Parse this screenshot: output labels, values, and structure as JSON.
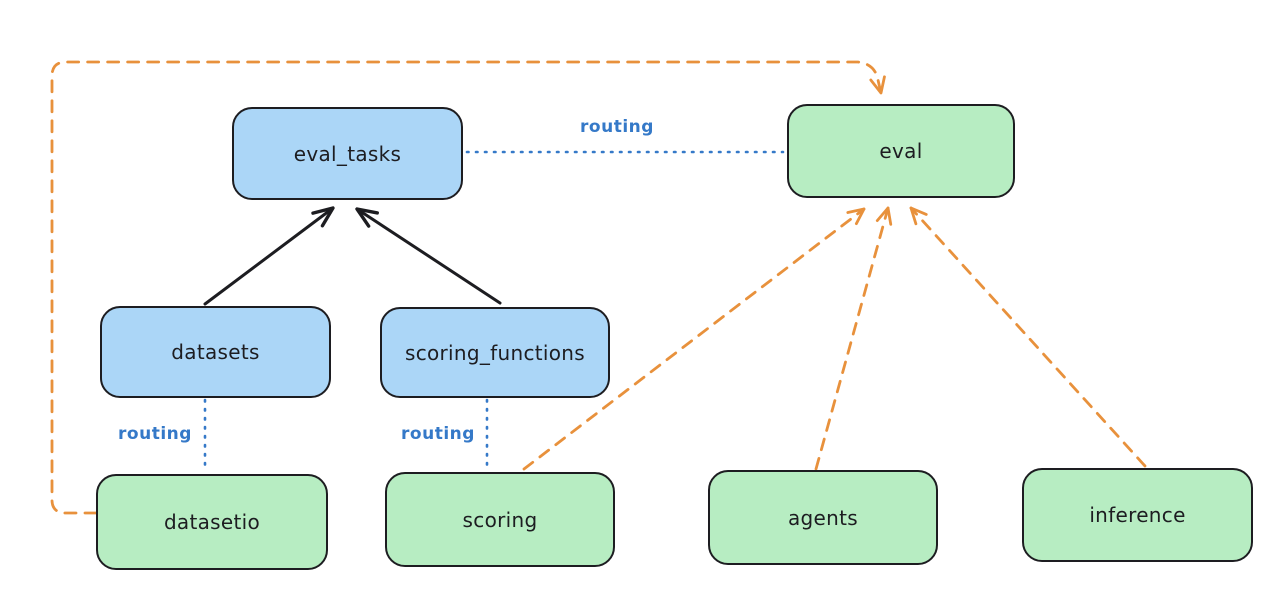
{
  "diagram": {
    "colors": {
      "background": "#ffffff",
      "node_stroke": "#1d1d21",
      "blue_fill": "#abd6f7",
      "green_fill": "#b7edc2",
      "orange": "#e8913c",
      "routing_blue": "#3579c8"
    },
    "nodes": [
      {
        "id": "eval_tasks",
        "label": "eval_tasks",
        "variant": "blue"
      },
      {
        "id": "eval",
        "label": "eval",
        "variant": "green"
      },
      {
        "id": "datasets",
        "label": "datasets",
        "variant": "blue"
      },
      {
        "id": "scoring_functions",
        "label": "scoring_functions",
        "variant": "blue"
      },
      {
        "id": "datasetio",
        "label": "datasetio",
        "variant": "green"
      },
      {
        "id": "scoring",
        "label": "scoring",
        "variant": "green"
      },
      {
        "id": "agents",
        "label": "agents",
        "variant": "green"
      },
      {
        "id": "inference",
        "label": "inference",
        "variant": "green"
      }
    ],
    "edge_labels": [
      {
        "text": "routing"
      },
      {
        "text": "routing"
      },
      {
        "text": "routing"
      }
    ],
    "edges": [
      {
        "from": "datasets",
        "to": "eval_tasks",
        "style": "solid-black-arrow"
      },
      {
        "from": "scoring_functions",
        "to": "eval_tasks",
        "style": "solid-black-arrow"
      },
      {
        "from": "eval_tasks",
        "to": "eval",
        "style": "blue-dotted",
        "label": "routing"
      },
      {
        "from": "datasets",
        "to": "datasetio",
        "style": "blue-dotted",
        "label": "routing"
      },
      {
        "from": "scoring_functions",
        "to": "scoring",
        "style": "blue-dotted",
        "label": "routing"
      },
      {
        "from": "datasetio",
        "to": "eval",
        "style": "orange-dashed-arrow"
      },
      {
        "from": "scoring",
        "to": "eval",
        "style": "orange-dashed-arrow"
      },
      {
        "from": "agents",
        "to": "eval",
        "style": "orange-dashed-arrow"
      },
      {
        "from": "inference",
        "to": "eval",
        "style": "orange-dashed-arrow"
      }
    ]
  }
}
